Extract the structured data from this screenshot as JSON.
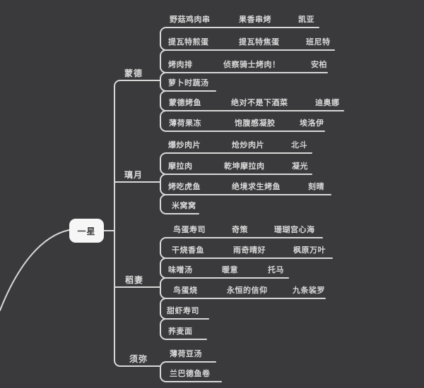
{
  "root": {
    "label": "一星"
  },
  "branches": [
    {
      "label": "蒙德",
      "rows": [
        {
          "dish": "野菇鸡肉串",
          "special": "果香串烤",
          "character": "凯亚"
        },
        {
          "dish": "提瓦特煎蛋",
          "special": "提瓦特焦蛋",
          "character": "班尼特"
        },
        {
          "dish": "烤肉排",
          "special": "侦察骑士烤肉！",
          "character": "安柏"
        },
        {
          "dish": "萝卜时蔬汤"
        },
        {
          "dish": "蒙德烤鱼",
          "special": "绝对不是下酒菜",
          "character": "迪奥娜"
        },
        {
          "dish": "薄荷果冻",
          "special": "饱腹感凝胶",
          "character": "埃洛伊"
        }
      ]
    },
    {
      "label": "璃月",
      "rows": [
        {
          "dish": "爆炒肉片",
          "special": "炝炒肉片",
          "character": "北斗"
        },
        {
          "dish": "摩拉肉",
          "special": "乾坤摩拉肉",
          "character": "凝光"
        },
        {
          "dish": "烤吃虎鱼",
          "special": "绝境求生烤鱼",
          "character": "刻晴"
        },
        {
          "dish": "米窝窝"
        }
      ]
    },
    {
      "label": "稻妻",
      "rows": [
        {
          "dish": "鸟蛋寿司",
          "special": "奇策",
          "character": "珊瑚宫心海"
        },
        {
          "dish": "干烧香鱼",
          "special": "雨奇晴好",
          "character": "枫原万叶"
        },
        {
          "dish": "味噌汤",
          "special": "暖意",
          "character": "托马"
        },
        {
          "dish": "鸟蛋烧",
          "special": "永恒的信仰",
          "character": "九条裟罗"
        },
        {
          "dish": "甜虾寿司"
        },
        {
          "dish": "荞麦面"
        }
      ]
    },
    {
      "label": "须弥",
      "rows": [
        {
          "dish": "薄荷豆汤"
        },
        {
          "dish": "兰巴德鱼卷"
        }
      ]
    }
  ],
  "colors": {
    "background": "#3a3a3c",
    "line": "#d8d8d8",
    "text": "#d8d8d8",
    "root_fill": "#f6f6f6",
    "root_text": "#3b3b3d"
  }
}
